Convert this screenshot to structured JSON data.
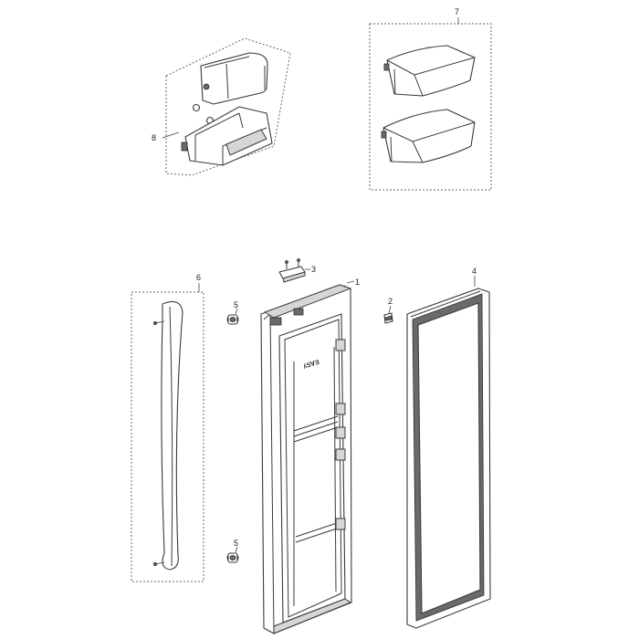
{
  "callouts": [
    {
      "id": "1",
      "label": "1"
    },
    {
      "id": "2",
      "label": "2"
    },
    {
      "id": "3",
      "label": "3"
    },
    {
      "id": "4",
      "label": "4"
    },
    {
      "id": "5a",
      "label": "5"
    },
    {
      "id": "5b",
      "label": "5"
    },
    {
      "id": "6",
      "label": "6"
    },
    {
      "id": "7",
      "label": "7"
    },
    {
      "id": "8",
      "label": "8"
    }
  ],
  "door_marking": "ʎS∀Ǝ"
}
